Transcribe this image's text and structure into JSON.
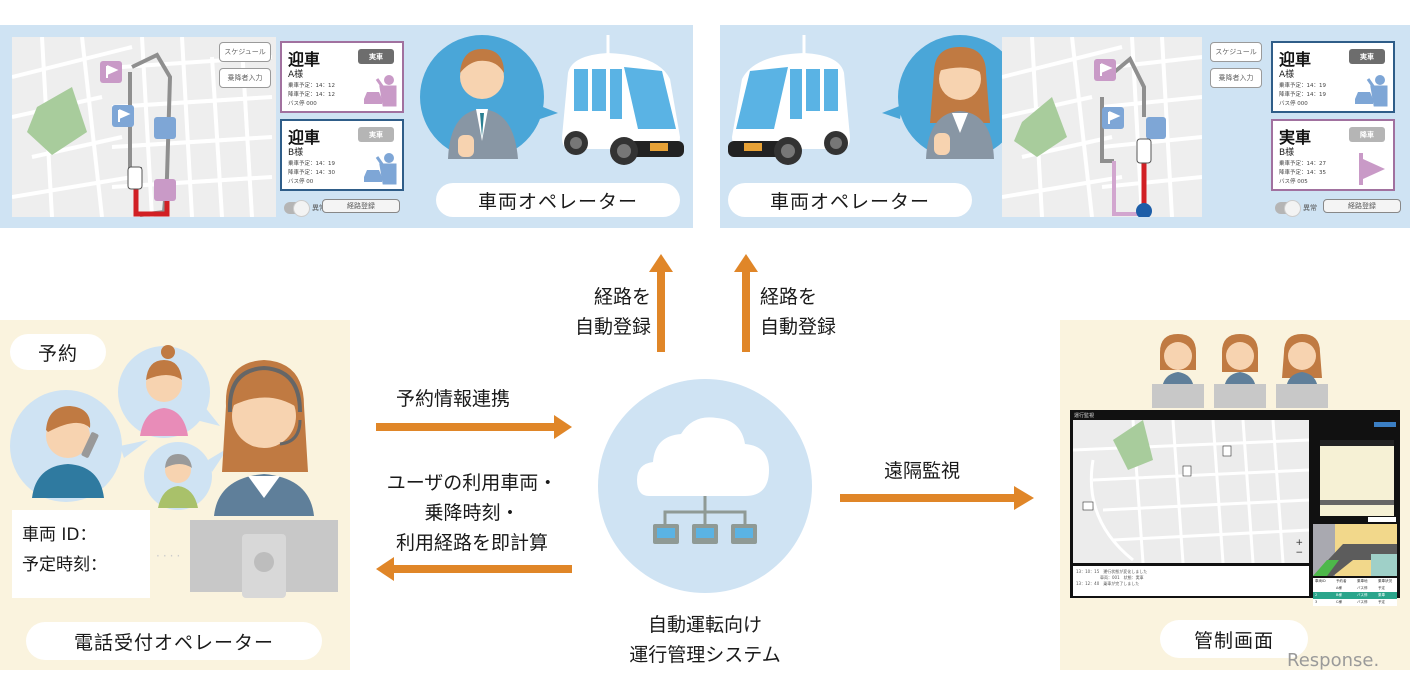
{
  "vehicle_panels": [
    {
      "side": "left",
      "label": "車両オペレーター",
      "buttons": {
        "schedule": "スケジュール",
        "secondary": "乗降者入力"
      },
      "cards": [
        {
          "title": "迎車",
          "name": "A様",
          "badge": "実車",
          "badge_style": "dark",
          "lines": [
            "乗車予定：14：12",
            "降車予定：14：12",
            "バス停 000"
          ],
          "color": "#a1719f",
          "icon": "pickup-person-car-icon"
        },
        {
          "title": "迎車",
          "name": "B様",
          "badge": "実車",
          "badge_style": "light",
          "lines": [
            "乗車予定：14：19",
            "降車予定：14：30",
            "バス停 00"
          ],
          "color": "#2f5d88",
          "icon": "pickup-person-car-icon"
        }
      ],
      "toggle_label": "異常",
      "register_button": "経路登録"
    },
    {
      "side": "right",
      "label": "車両オペレーター",
      "buttons": {
        "schedule": "スケジュール",
        "secondary": "乗降者入力"
      },
      "cards": [
        {
          "title": "迎車",
          "name": "A様",
          "badge": "実車",
          "badge_style": "dark",
          "lines": [
            "乗車予定：14：19",
            "降車予定：14：19",
            "バス停 000"
          ],
          "color": "#2f5d88",
          "icon": "pickup-person-car-icon"
        },
        {
          "title": "実車",
          "name": "B様",
          "badge": "降車",
          "badge_style": "light",
          "lines": [
            "乗車予定：14：27",
            "降車予定：14：35",
            "バス停 005"
          ],
          "color": "#a1719f",
          "icon": "destination-flag-icon"
        }
      ],
      "toggle_label": "異常",
      "register_button": "経路登録"
    }
  ],
  "arrows": {
    "route_register_left": [
      "経路を",
      "自動登録"
    ],
    "route_register_right": [
      "経路を",
      "自動登録"
    ],
    "reservation_link": "予約情報連携",
    "instant_calc": [
      "ユーザの利用車両・",
      "乗降時刻・",
      "利用経路を即計算"
    ],
    "remote_monitor": "遠隔監視"
  },
  "system": {
    "caption": [
      "自動運転向け",
      "運行管理システム"
    ],
    "icon": "cloud-network-icon"
  },
  "phone_panel": {
    "bubble_label": "予約",
    "info_lines": [
      "車両 ID：",
      "予定時刻："
    ],
    "label": "電話受付オペレーター"
  },
  "control_panel": {
    "label": "管制画面",
    "screen": {
      "title": "運行監視",
      "log_lines": [
        "13：10：15　運行状態が変化しました",
        "　　　　　　車両：001　状態：実車",
        "13：12：40　乗車が完了しました"
      ],
      "table_header": [
        "車両ID",
        "予約者",
        "乗車地",
        "乗車状況"
      ],
      "table_rows": [
        [
          "",
          "A様",
          "バス停",
          "予定"
        ],
        [
          "2",
          "B様",
          "バス停",
          "乗車"
        ],
        [
          "3",
          "C様",
          "バス停",
          "予定"
        ]
      ],
      "zoom_in": "+",
      "zoom_out": "−"
    }
  },
  "watermark": "Response.",
  "colors": {
    "arrow": "#e08628",
    "panel_blue": "#cfe3f3",
    "panel_cream": "#faf3de",
    "route_red": "#d11f24",
    "route_gray": "#8f8f8f",
    "route_pink": "#d2a6cf",
    "marker_blue": "#7ea6d6",
    "marker_pink": "#c99ac7"
  }
}
